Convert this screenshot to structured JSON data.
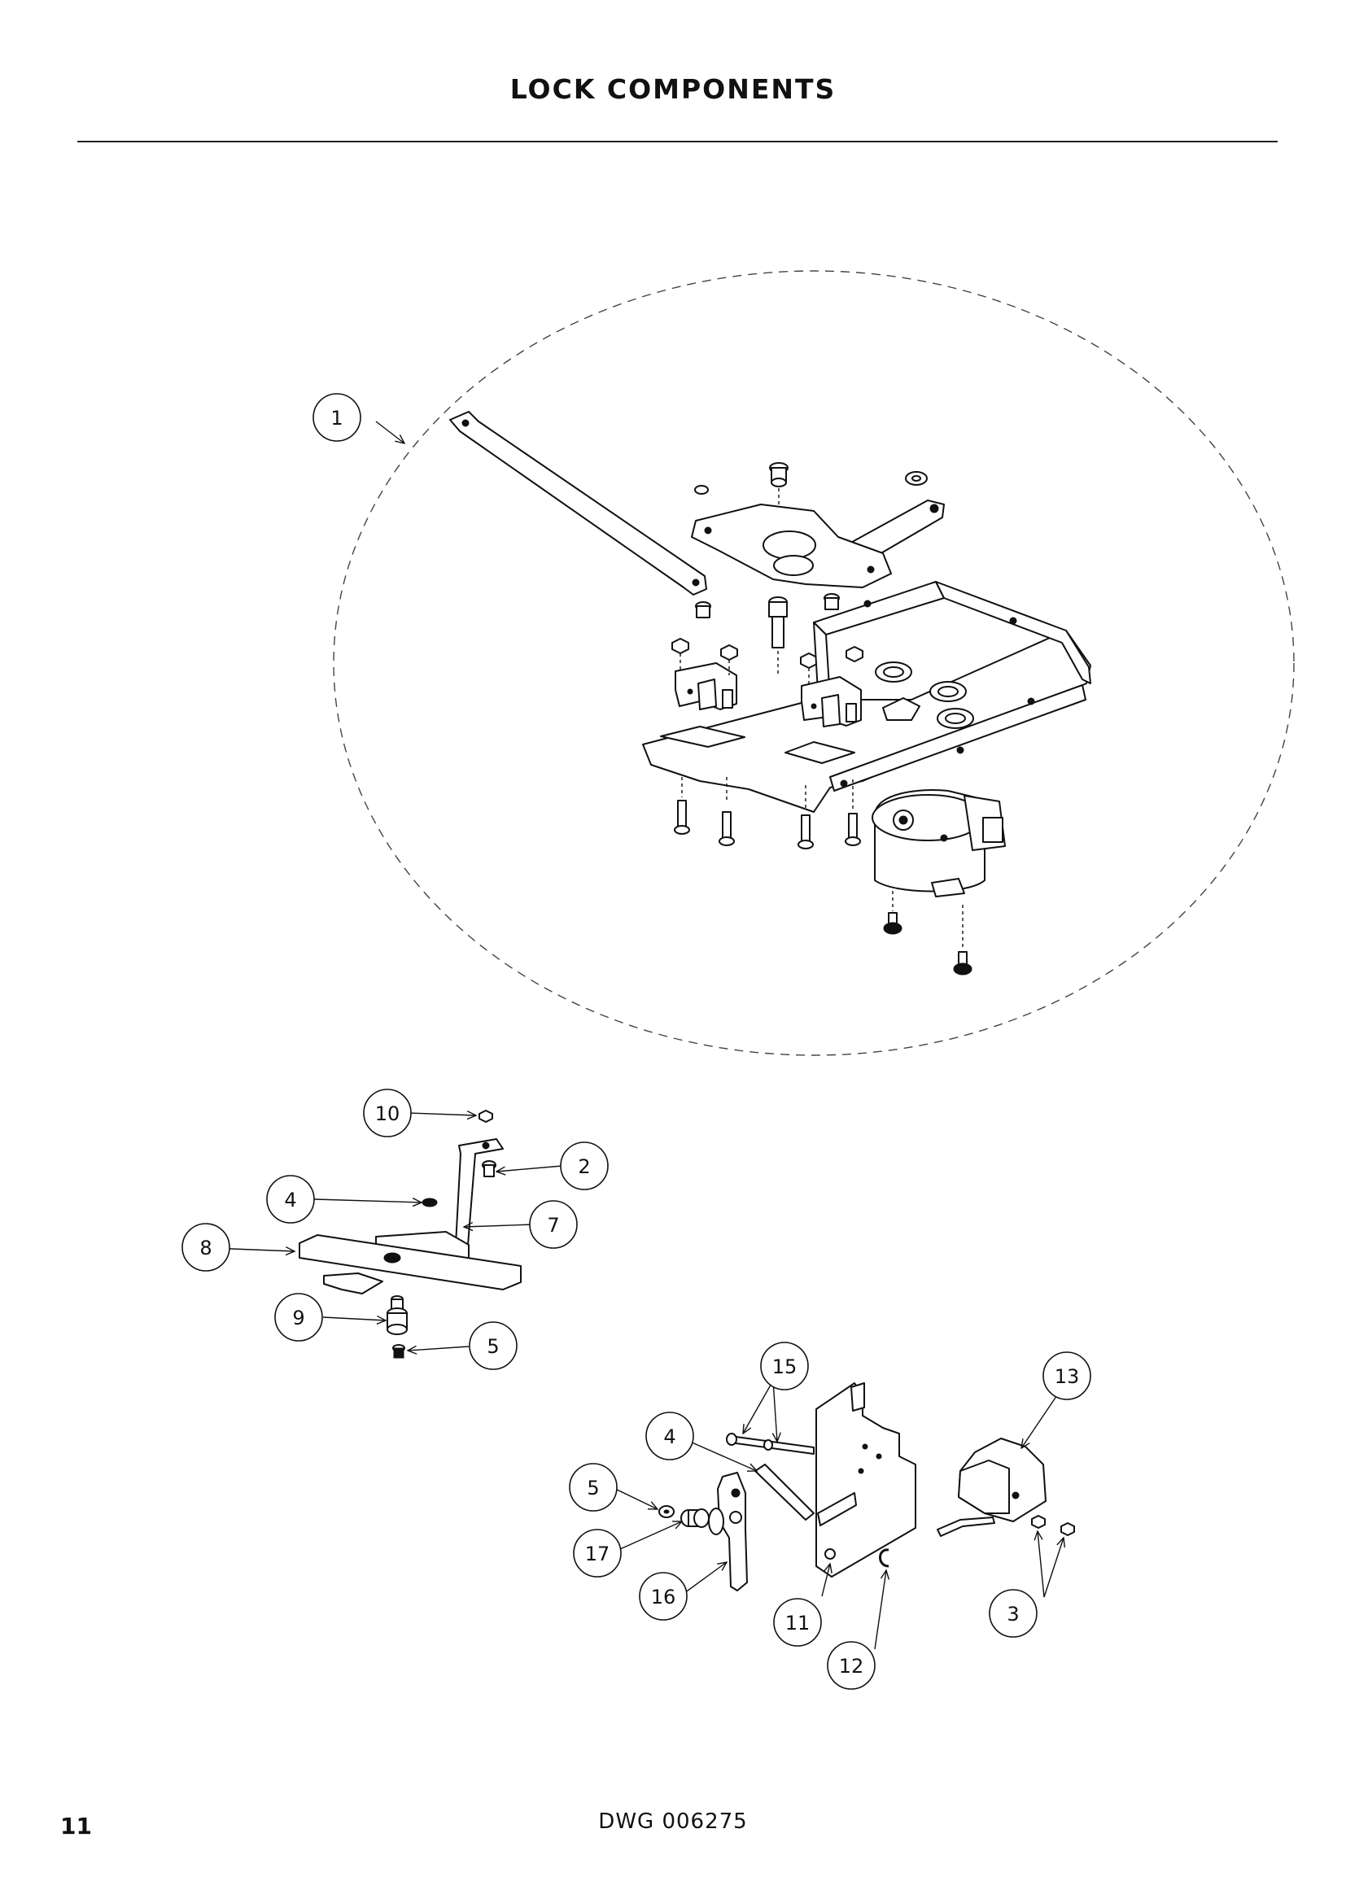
{
  "header": {
    "title": "LOCK COMPONENTS"
  },
  "footer": {
    "drawing_number": "DWG 006275",
    "page_number": "11"
  },
  "callouts": {
    "c1": "1",
    "c10": "10",
    "c2": "2",
    "c4a": "4",
    "c7": "7",
    "c8": "8",
    "c9": "9",
    "c5a": "5",
    "c15": "15",
    "c13": "13",
    "c4b": "4",
    "c5b": "5",
    "c17": "17",
    "c16": "16",
    "c11": "11",
    "c12": "12",
    "c3": "3"
  }
}
